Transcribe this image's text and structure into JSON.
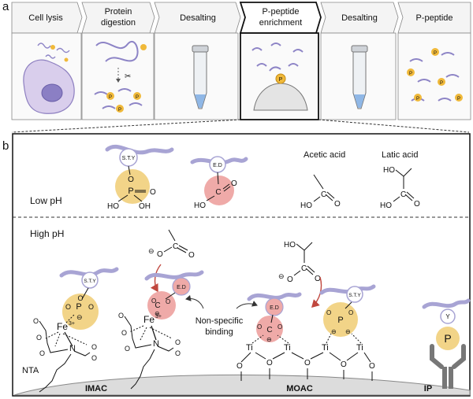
{
  "panel_a": {
    "label": "a",
    "steps": [
      {
        "line1": "Cell lysis",
        "line2": ""
      },
      {
        "line1": "Protein",
        "line2": "digestion"
      },
      {
        "line1": "Desalting",
        "line2": ""
      },
      {
        "line1": "P-peptide",
        "line2": "enrichment"
      },
      {
        "line1": "Desalting",
        "line2": ""
      },
      {
        "line1": "P-peptide",
        "line2": ""
      }
    ],
    "p_badge": "P"
  },
  "panel_b": {
    "label": "b",
    "low_ph": "Low pH",
    "high_ph": "High pH",
    "sty": "S.T.Y",
    "ed": "E.D",
    "y": "Y",
    "acetic_acid": "Acetic acid",
    "latic_acid": "Latic acid",
    "nonspecific_1": "Non-specific",
    "nonspecific_2": "binding",
    "nta": "NTA",
    "imac": "IMAC",
    "moac": "MOAC",
    "ip": "IP",
    "atoms": {
      "P": "P",
      "O": "O",
      "HO": "HO",
      "OH": "OH",
      "C": "C",
      "N": "N",
      "Ti": "Ti",
      "Fe": "Fe",
      "fe_charge": "3+",
      "minus": "⊖"
    }
  },
  "colors": {
    "frame": "#222222",
    "step_fill": "#f4f4f4",
    "peptide": "#a8a4d4",
    "p_yellow": "#f2d488",
    "p_orange": "#f0b93a",
    "ed_pink": "#efaaa8",
    "cell": "#d9ceec",
    "surface": "#dcdcdc",
    "arrow_red": "#c0473e"
  }
}
